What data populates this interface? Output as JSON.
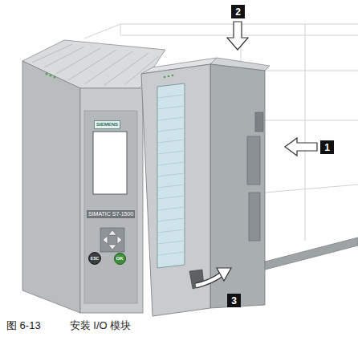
{
  "diagram": {
    "caption": "图 6-13          安装 I/O 模块",
    "nodes": [
      {
        "text": [
          "2"
        ]
      },
      {
        "text": [
          "1"
        ]
      },
      {
        "text": [
          "ESC"
        ]
      },
      {
        "text": [
          "OK"
        ]
      },
      {
        "text": [
          "3"
        ]
      }
    ],
    "labels": [
      "SIEMENS",
      "SIMATIC S7-1500"
    ]
  }
}
